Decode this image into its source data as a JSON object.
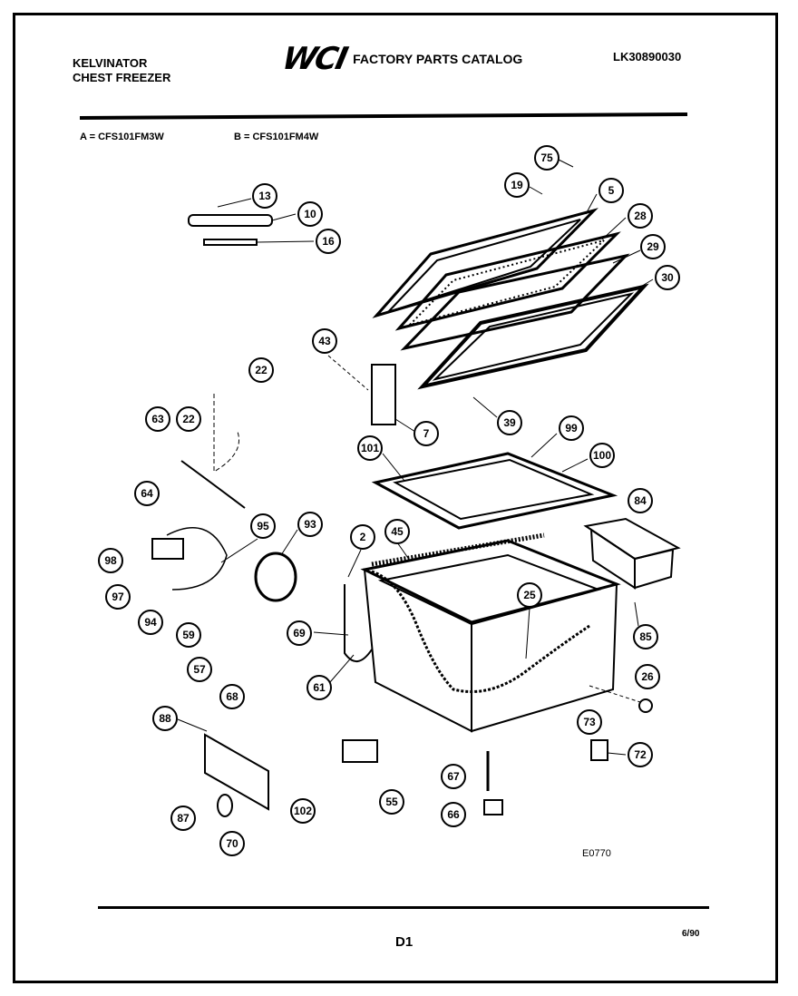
{
  "header": {
    "brand": "KELVINATOR",
    "product": "CHEST FREEZER",
    "logo": "WCI",
    "catalog_title": "FACTORY PARTS CATALOG",
    "catalog_number": "LK30890030"
  },
  "models": {
    "a": "A = CFS101FM3W",
    "b": "B = CFS101FM4W"
  },
  "callouts": [
    "75",
    "19",
    "5",
    "28",
    "29",
    "30",
    "13",
    "10",
    "16",
    "43",
    "7",
    "39",
    "22",
    "63",
    "22",
    "64",
    "95",
    "93",
    "2",
    "45",
    "101",
    "99",
    "100",
    "84",
    "98",
    "97",
    "94",
    "59",
    "57",
    "69",
    "61",
    "68",
    "25",
    "85",
    "26",
    "88",
    "55",
    "67",
    "73",
    "72",
    "66",
    "87",
    "102",
    "70"
  ],
  "figure_ref": "E0770",
  "footer": {
    "page": "D1",
    "date": "6/90"
  },
  "colors": {
    "ink": "#000000",
    "paper": "#ffffff"
  }
}
